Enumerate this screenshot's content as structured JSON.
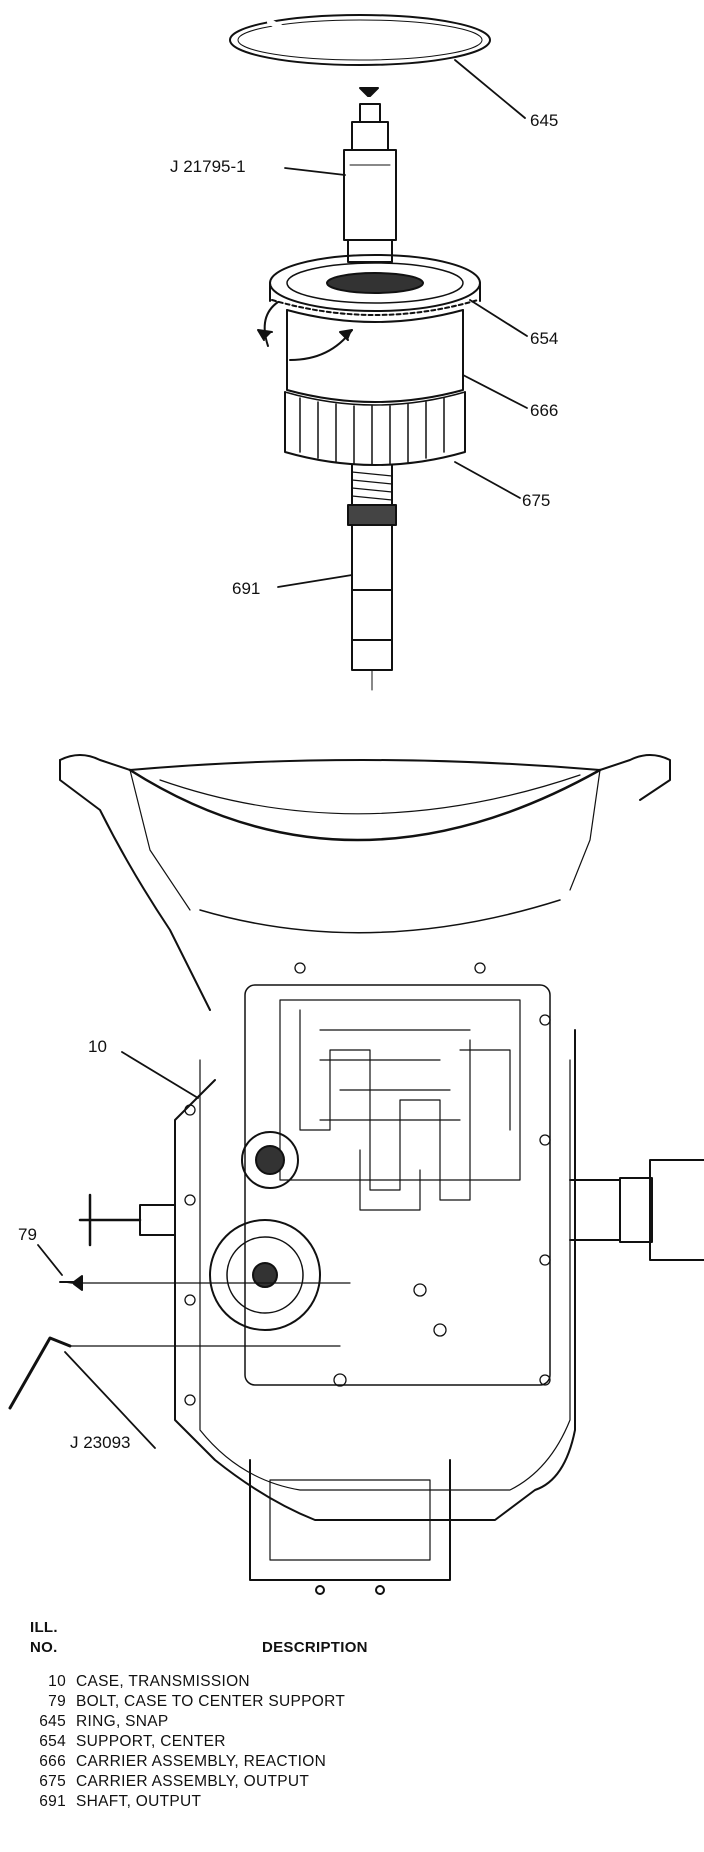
{
  "callouts": {
    "c645": "645",
    "j21795": "J 21795-1",
    "c654": "654",
    "c666": "666",
    "c675": "675",
    "c691": "691",
    "c10": "10",
    "c79": "79",
    "j23093": "J 23093"
  },
  "legend": {
    "ill_label": "ILL.",
    "no_label": "NO.",
    "description_label": "DESCRIPTION",
    "rows": [
      {
        "no": "10",
        "desc": "CASE, TRANSMISSION"
      },
      {
        "no": "79",
        "desc": "BOLT, CASE TO CENTER SUPPORT"
      },
      {
        "no": "645",
        "desc": "RING, SNAP"
      },
      {
        "no": "654",
        "desc": "SUPPORT, CENTER"
      },
      {
        "no": "666",
        "desc": "CARRIER ASSEMBLY, REACTION"
      },
      {
        "no": "675",
        "desc": "CARRIER ASSEMBLY, OUTPUT"
      },
      {
        "no": "691",
        "desc": "SHAFT, OUTPUT"
      }
    ]
  }
}
